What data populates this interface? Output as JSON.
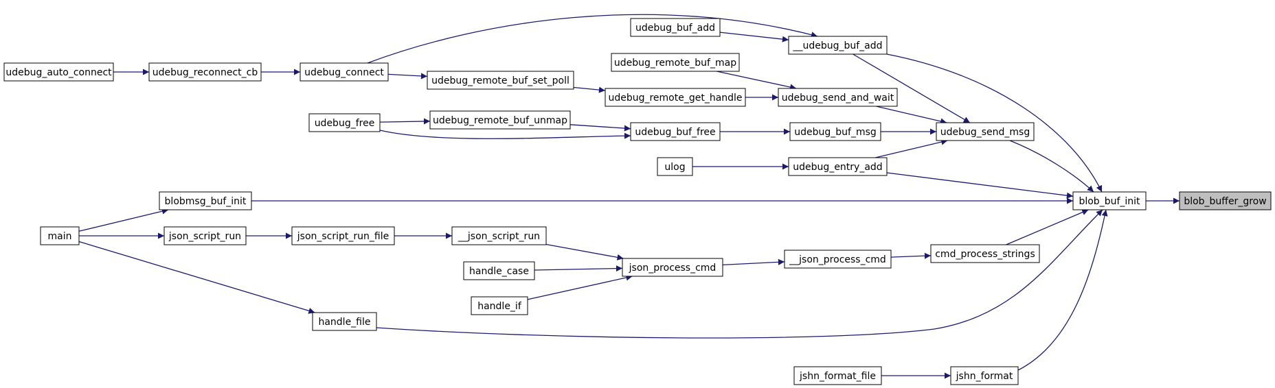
{
  "nodes": [
    {
      "id": "udebug_auto_connect",
      "label": "udebug_auto_connect"
    },
    {
      "id": "udebug_reconnect_cb",
      "label": "udebug_reconnect_cb"
    },
    {
      "id": "udebug_connect",
      "label": "udebug_connect"
    },
    {
      "id": "udebug_buf_add",
      "label": "udebug_buf_add"
    },
    {
      "id": "__udebug_buf_add",
      "label": "__udebug_buf_add"
    },
    {
      "id": "udebug_remote_buf_map",
      "label": "udebug_remote_buf_map"
    },
    {
      "id": "udebug_remote_buf_set_poll",
      "label": "udebug_remote_buf_set_poll"
    },
    {
      "id": "udebug_remote_get_handle",
      "label": "udebug_remote_get_handle"
    },
    {
      "id": "udebug_send_and_wait",
      "label": "udebug_send_and_wait"
    },
    {
      "id": "udebug_free",
      "label": "udebug_free"
    },
    {
      "id": "udebug_remote_buf_unmap",
      "label": "udebug_remote_buf_unmap"
    },
    {
      "id": "udebug_buf_free",
      "label": "udebug_buf_free"
    },
    {
      "id": "udebug_buf_msg",
      "label": "udebug_buf_msg"
    },
    {
      "id": "udebug_send_msg",
      "label": "udebug_send_msg"
    },
    {
      "id": "ulog",
      "label": "ulog"
    },
    {
      "id": "udebug_entry_add",
      "label": "udebug_entry_add"
    },
    {
      "id": "blobmsg_buf_init",
      "label": "blobmsg_buf_init"
    },
    {
      "id": "blob_buf_init",
      "label": "blob_buf_init"
    },
    {
      "id": "blob_buffer_grow",
      "label": "blob_buffer_grow"
    },
    {
      "id": "main",
      "label": "main"
    },
    {
      "id": "json_script_run",
      "label": "json_script_run"
    },
    {
      "id": "json_script_run_file",
      "label": "json_script_run_file"
    },
    {
      "id": "__json_script_run",
      "label": "__json_script_run"
    },
    {
      "id": "handle_case",
      "label": "handle_case"
    },
    {
      "id": "json_process_cmd",
      "label": "json_process_cmd"
    },
    {
      "id": "__json_process_cmd",
      "label": "__json_process_cmd"
    },
    {
      "id": "cmd_process_strings",
      "label": "cmd_process_strings"
    },
    {
      "id": "handle_if",
      "label": "handle_if"
    },
    {
      "id": "handle_file",
      "label": "handle_file"
    },
    {
      "id": "jshn_format_file",
      "label": "jshn_format_file"
    },
    {
      "id": "jshn_format",
      "label": "jshn_format"
    }
  ],
  "edges": [
    {
      "from": "udebug_auto_connect",
      "to": "udebug_reconnect_cb"
    },
    {
      "from": "udebug_reconnect_cb",
      "to": "udebug_connect"
    },
    {
      "from": "udebug_connect",
      "to": "__udebug_buf_add"
    },
    {
      "from": "udebug_connect",
      "to": "udebug_remote_buf_set_poll"
    },
    {
      "from": "udebug_buf_add",
      "to": "__udebug_buf_add"
    },
    {
      "from": "udebug_remote_buf_map",
      "to": "udebug_send_and_wait"
    },
    {
      "from": "udebug_remote_buf_set_poll",
      "to": "udebug_remote_get_handle"
    },
    {
      "from": "udebug_remote_get_handle",
      "to": "udebug_send_and_wait"
    },
    {
      "from": "udebug_free",
      "to": "udebug_remote_buf_unmap"
    },
    {
      "from": "udebug_free",
      "to": "udebug_buf_free"
    },
    {
      "from": "udebug_remote_buf_unmap",
      "to": "udebug_buf_free"
    },
    {
      "from": "udebug_buf_free",
      "to": "udebug_buf_msg"
    },
    {
      "from": "__udebug_buf_add",
      "to": "udebug_send_msg"
    },
    {
      "from": "udebug_send_and_wait",
      "to": "udebug_send_msg"
    },
    {
      "from": "udebug_buf_msg",
      "to": "udebug_send_msg"
    },
    {
      "from": "udebug_entry_add",
      "to": "udebug_send_msg"
    },
    {
      "from": "ulog",
      "to": "udebug_entry_add"
    },
    {
      "from": "__udebug_buf_add",
      "to": "blob_buf_init"
    },
    {
      "from": "udebug_send_msg",
      "to": "blob_buf_init"
    },
    {
      "from": "udebug_entry_add",
      "to": "blob_buf_init"
    },
    {
      "from": "blobmsg_buf_init",
      "to": "blob_buf_init"
    },
    {
      "from": "cmd_process_strings",
      "to": "blob_buf_init"
    },
    {
      "from": "handle_file",
      "to": "blob_buf_init"
    },
    {
      "from": "jshn_format",
      "to": "blob_buf_init"
    },
    {
      "from": "blob_buf_init",
      "to": "blob_buffer_grow"
    },
    {
      "from": "main",
      "to": "blobmsg_buf_init"
    },
    {
      "from": "main",
      "to": "json_script_run"
    },
    {
      "from": "main",
      "to": "handle_file"
    },
    {
      "from": "json_script_run",
      "to": "json_script_run_file"
    },
    {
      "from": "json_script_run_file",
      "to": "__json_script_run"
    },
    {
      "from": "__json_script_run",
      "to": "json_process_cmd"
    },
    {
      "from": "handle_case",
      "to": "json_process_cmd"
    },
    {
      "from": "handle_if",
      "to": "json_process_cmd"
    },
    {
      "from": "json_process_cmd",
      "to": "__json_process_cmd"
    },
    {
      "from": "__json_process_cmd",
      "to": "cmd_process_strings"
    },
    {
      "from": "jshn_format_file",
      "to": "jshn_format"
    }
  ],
  "highlighted_node": "blob_buffer_grow",
  "colors": {
    "edge": "#191970",
    "node_border": "#000000",
    "node_fill": "#ffffff",
    "highlight_fill": "#bfbfbf"
  }
}
